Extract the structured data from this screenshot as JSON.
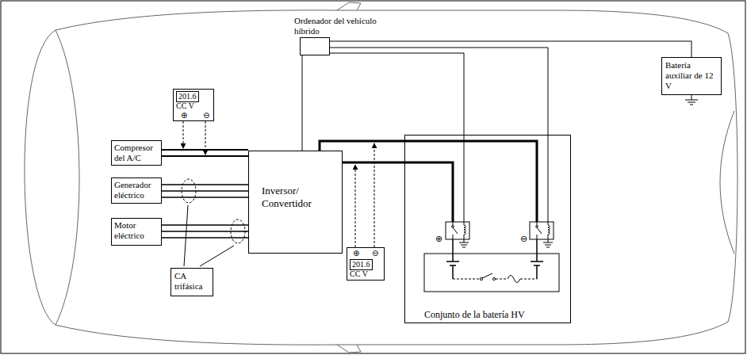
{
  "diagram": {
    "nodes": [
      {
        "text": [
          "Ordenador del vehículo híbrido"
        ]
      },
      {
        "text": [
          "Batería auxiliar de 12 V"
        ]
      },
      {
        "text": [
          "201.6",
          "CC V",
          "⊕",
          "⊖"
        ]
      },
      {
        "text": [
          "Compresor del A/C"
        ]
      },
      {
        "text": [
          "Generador eléctrico"
        ]
      },
      {
        "text": [
          "Motor eléctrico"
        ]
      },
      {
        "text": [
          "Inversor/ Convertidor"
        ]
      },
      {
        "text": [
          "⊕",
          "⊖",
          "201.6",
          "CC V"
        ]
      },
      {
        "text": [
          "CA trifásica"
        ]
      },
      {
        "text": [
          "Conjunto de la batería HV"
        ]
      }
    ],
    "edges": [
      {
        "from": 0,
        "to": 1,
        "arrow": "none"
      },
      {
        "from": 0,
        "to": 6,
        "arrow": "none"
      },
      {
        "from": 0,
        "to": 9,
        "arrow": "none"
      },
      {
        "from": 0,
        "to": 9,
        "arrow": "none"
      },
      {
        "from": 3,
        "to": 6,
        "arrow": "none"
      },
      {
        "from": 4,
        "to": 6,
        "arrow": "none"
      },
      {
        "from": 5,
        "to": 6,
        "arrow": "none"
      },
      {
        "from": 6,
        "to": 9,
        "arrow": "none"
      },
      {
        "from": 6,
        "to": 9,
        "arrow": "none"
      }
    ],
    "labels": [
      "⊕",
      "⊖"
    ]
  }
}
